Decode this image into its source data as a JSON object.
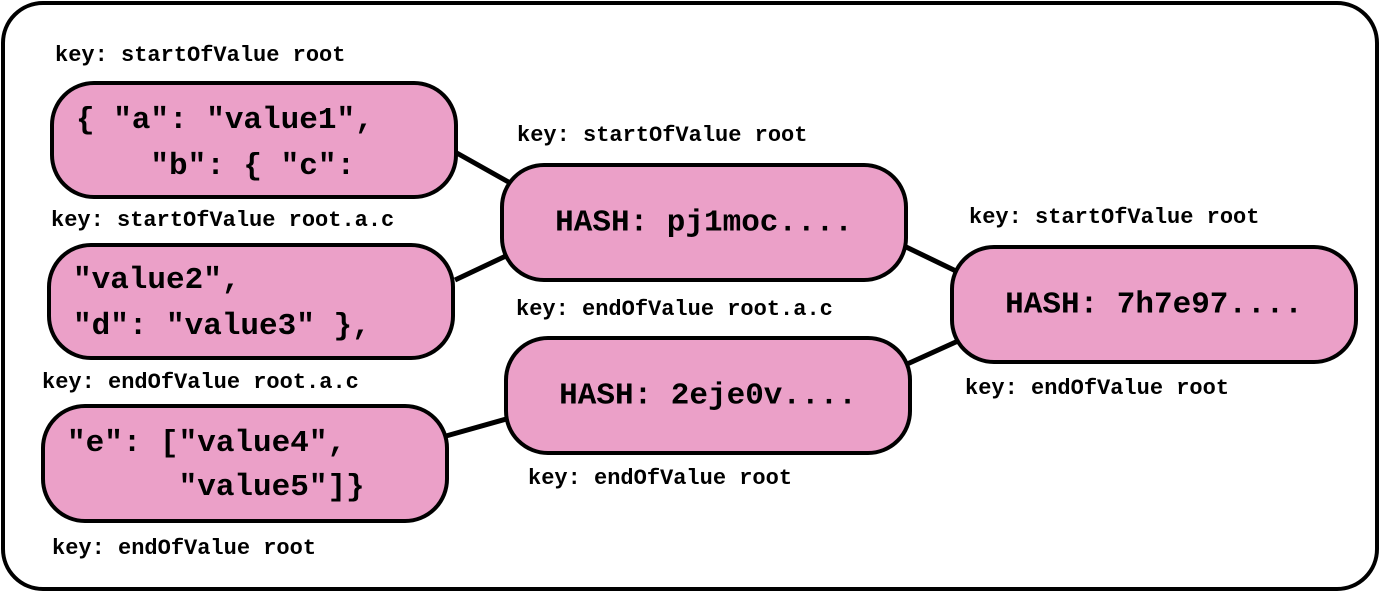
{
  "leaf_nodes": [
    {
      "lines": [
        "{ \"a\": \"value1\",",
        "    \"b\": { \"c\":"
      ],
      "key_above": "key: startOfValue root",
      "key_below": ""
    },
    {
      "lines": [
        "\"value2\",",
        "\"d\": \"value3\" },"
      ],
      "key_above": "key: startOfValue root.a.c",
      "key_below": ""
    },
    {
      "lines": [
        "\"e\": [\"value4\",",
        "      \"value5\"]}"
      ],
      "key_above": "key: endOfValue root.a.c",
      "key_below": "key: endOfValue root"
    }
  ],
  "hash_nodes": [
    {
      "label": "HASH: pj1moc....",
      "key_above": "key: startOfValue root",
      "key_below": "key: endOfValue root.a.c"
    },
    {
      "label": "HASH: 2eje0v....",
      "key_below": "key: endOfValue root"
    },
    {
      "label": "HASH: 7h7e97....",
      "key_above": "key: startOfValue root",
      "key_below": "key: endOfValue root"
    }
  ],
  "colors": {
    "node_fill": "#eba0c8",
    "stroke": "#000000"
  }
}
